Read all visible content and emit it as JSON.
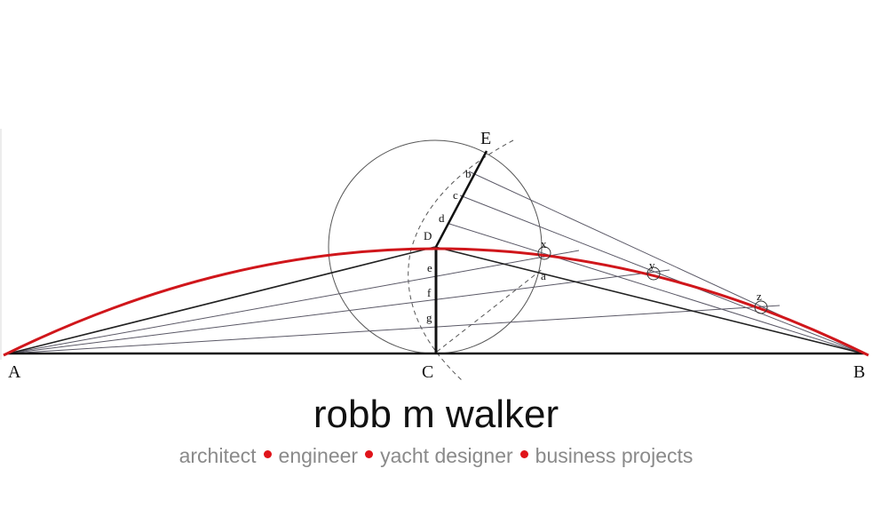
{
  "diagram": {
    "point_labels": {
      "A": "A",
      "B": "B",
      "C": "C",
      "D": "D",
      "E": "E",
      "a": "a",
      "b": "b",
      "c": "c",
      "d": "d",
      "e": "e",
      "f": "f",
      "g": "g",
      "x": "x",
      "y": "y",
      "z": "z"
    },
    "colors": {
      "arc": "#d0161b",
      "baseline": "#111111",
      "thin_lines": "#5a5866",
      "circle": "#555555"
    }
  },
  "branding": {
    "name": "robb m walker",
    "roles": [
      "architect",
      "engineer",
      "yacht designer",
      "business projects"
    ],
    "separator_color": "#e0141a"
  }
}
